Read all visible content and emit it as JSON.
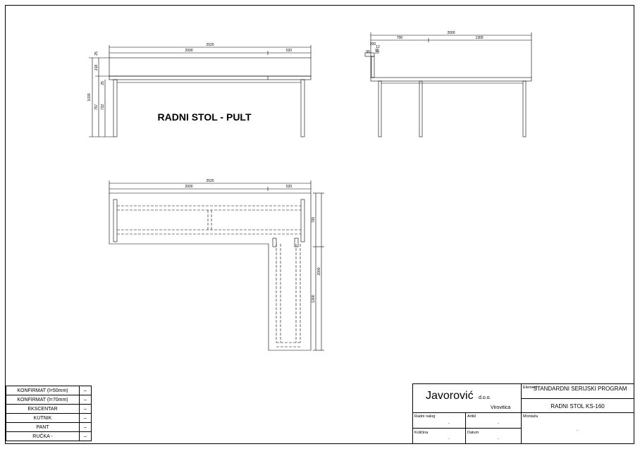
{
  "drawing": {
    "title": "RADNI STOL  - PULT",
    "front_view": {
      "overall": "2520",
      "left_segment": "2000",
      "right_segment": "520",
      "height_total": "1030",
      "height_a": "25",
      "height_b": "218",
      "height_c": "25",
      "height_d": "757",
      "height_e": "732"
    },
    "side_view": {
      "overall": "2000",
      "segment_a": "700",
      "segment_b": "1300",
      "small_a": "200",
      "small_b": "12",
      "small_c": "95",
      "small_d": "90",
      "small_e": "20"
    },
    "plan_view": {
      "overall": "2520",
      "left_segment": "2000",
      "right_segment": "520",
      "depth": "700",
      "side_total": "2000",
      "side_segment": "1300"
    }
  },
  "parts_table": [
    {
      "name": "KONFIRMAT (l=50mm)",
      "value": "–"
    },
    {
      "name": "KONFIRMAT (l=70mm)",
      "value": "–"
    },
    {
      "name": "EKSCENTAR",
      "value": "–"
    },
    {
      "name": "KUTNIK",
      "value": "–"
    },
    {
      "name": "PANT",
      "value": "–"
    },
    {
      "name": "RUČKA -",
      "value": "–"
    }
  ],
  "title_block": {
    "company": "Javorović",
    "company_suffix": "d.o.o.",
    "city": "Virovitica",
    "element_label": "Element",
    "element_value": "STANDARDNI SERIJSKI PROGRAM",
    "product": "RADNI STOL KS-160",
    "radni_nalog_label": "Radni nalog",
    "radni_nalog_value": "-",
    "artikl_label": "Artikl",
    "artikl_value": "-",
    "montaza_label": "Montaža",
    "montaza_value": "-",
    "kolicina_label": "Količina",
    "kolicina_value": "-",
    "datum_label": "Datum",
    "datum_value": "-"
  }
}
